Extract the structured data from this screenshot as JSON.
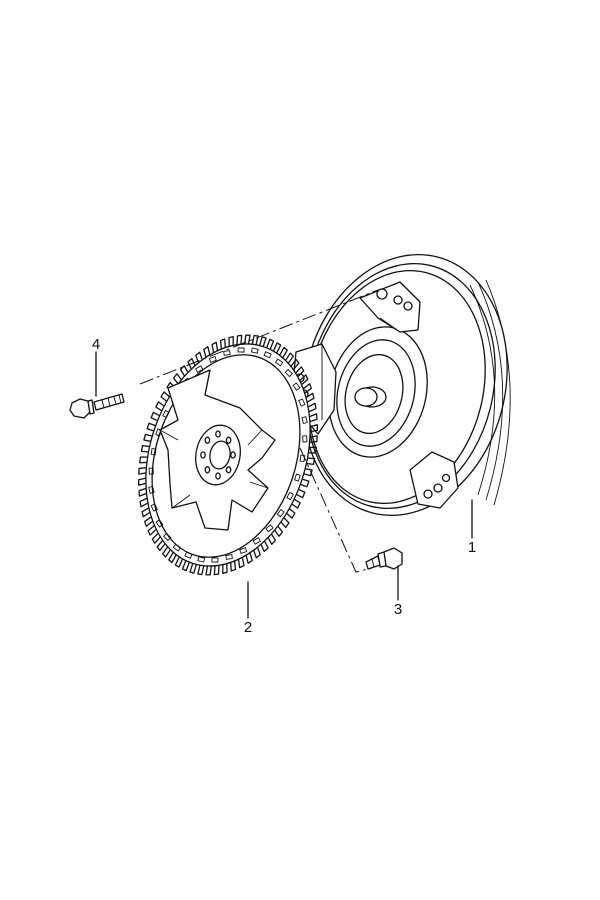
{
  "diagram": {
    "callouts": [
      {
        "id": "1",
        "label": "1",
        "part": "torque-converter"
      },
      {
        "id": "2",
        "label": "2",
        "part": "flex-plate-ring-gear"
      },
      {
        "id": "3",
        "label": "3",
        "part": "converter-bolt"
      },
      {
        "id": "4",
        "label": "4",
        "part": "flex-plate-bolt"
      }
    ],
    "colors": {
      "ink": "#111111",
      "paper": "#ffffff"
    }
  }
}
